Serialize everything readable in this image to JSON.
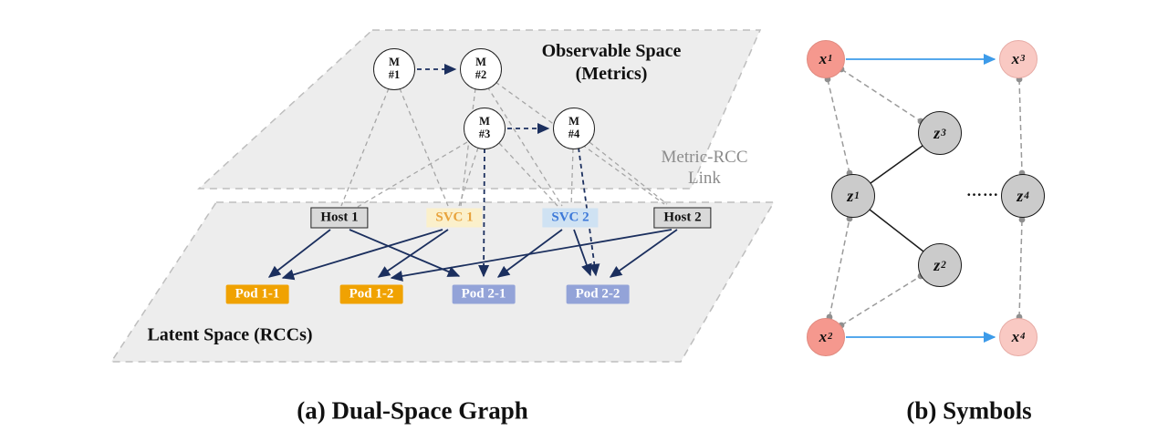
{
  "panel_a": {
    "caption": "(a) Dual-Space Graph",
    "observable_title1": "Observable Space",
    "observable_title2": "(Metrics)",
    "link_label1": "Metric-RCC",
    "link_label2": "Link",
    "latent_title": "Latent Space (RCCs)",
    "metric_nodes": [
      {
        "line1": "M",
        "line2": "#1"
      },
      {
        "line1": "M",
        "line2": "#2"
      },
      {
        "line1": "M",
        "line2": "#3"
      },
      {
        "line1": "M",
        "line2": "#4"
      }
    ],
    "hosts": [
      {
        "label": "Host 1"
      },
      {
        "label": "Host 2"
      }
    ],
    "services": [
      {
        "label": "SVC 1"
      },
      {
        "label": "SVC 2"
      }
    ],
    "pods": [
      {
        "label": "Pod 1-1"
      },
      {
        "label": "Pod 1-2"
      },
      {
        "label": "Pod 2-1"
      },
      {
        "label": "Pod 2-2"
      }
    ]
  },
  "panel_b": {
    "caption": "(b) Symbols",
    "x_nodes": [
      {
        "base": "x",
        "sub": "1"
      },
      {
        "base": "x",
        "sub": "3"
      },
      {
        "base": "x",
        "sub": "2"
      },
      {
        "base": "x",
        "sub": "4"
      }
    ],
    "z_nodes": [
      {
        "base": "z",
        "sub": "1"
      },
      {
        "base": "z",
        "sub": "3"
      },
      {
        "base": "z",
        "sub": "2"
      },
      {
        "base": "z",
        "sub": "4"
      }
    ],
    "ellipsis": "……"
  },
  "colors": {
    "pod_yellow": "#F0A202",
    "pod_blue": "#93A3D8",
    "svc_yellow_bg": "#FBF0CB",
    "svc_yellow_text": "#E8A33D",
    "svc_blue_bg": "#CFE2F3",
    "svc_blue_text": "#3C78D8",
    "host_gray": "#D9D9D9",
    "navy_arrow": "#1B2F5E",
    "blue_arrow": "#3D9BE9",
    "x_node_strong": "#F5988E",
    "x_node_light": "#F9C9C3",
    "z_node_gray": "#CBCBCB",
    "plane_gray": "#EDEDED",
    "link_gray": "#9A9A9A"
  }
}
